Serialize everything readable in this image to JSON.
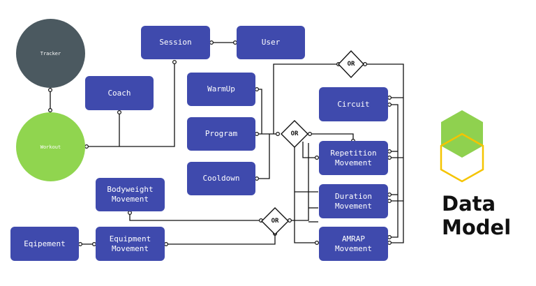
{
  "nodes": {
    "tracker": "Tracker",
    "workout": "Workout",
    "coach": "Coach",
    "session": "Session",
    "user": "User",
    "warmup": "WarmUp",
    "program": "Program",
    "cooldown": "Cooldown",
    "circuit": "Circuit",
    "repetition_movement_1": "Repetition",
    "repetition_movement_2": "Movement",
    "duration_movement_1": "Duration",
    "duration_movement_2": "Movement",
    "amrap_movement": "AMRAP Movement",
    "bodyweight_movement_1": "Bodyweight",
    "bodyweight_movement_2": "Movement",
    "equipment_movement_1": "Equipment",
    "equipment_movement_2": "Movement",
    "eqipement": "Eqipement"
  },
  "gates": {
    "top": "OR",
    "middle": "OR",
    "bottom": "OR"
  },
  "title": {
    "line1": "Data",
    "line2": "Model"
  },
  "colors": {
    "node": "#3f4aad",
    "tracker": "#4b5960",
    "workout": "#90d54f",
    "logo_green": "#8fd14f",
    "logo_yellow": "#f5c400"
  }
}
